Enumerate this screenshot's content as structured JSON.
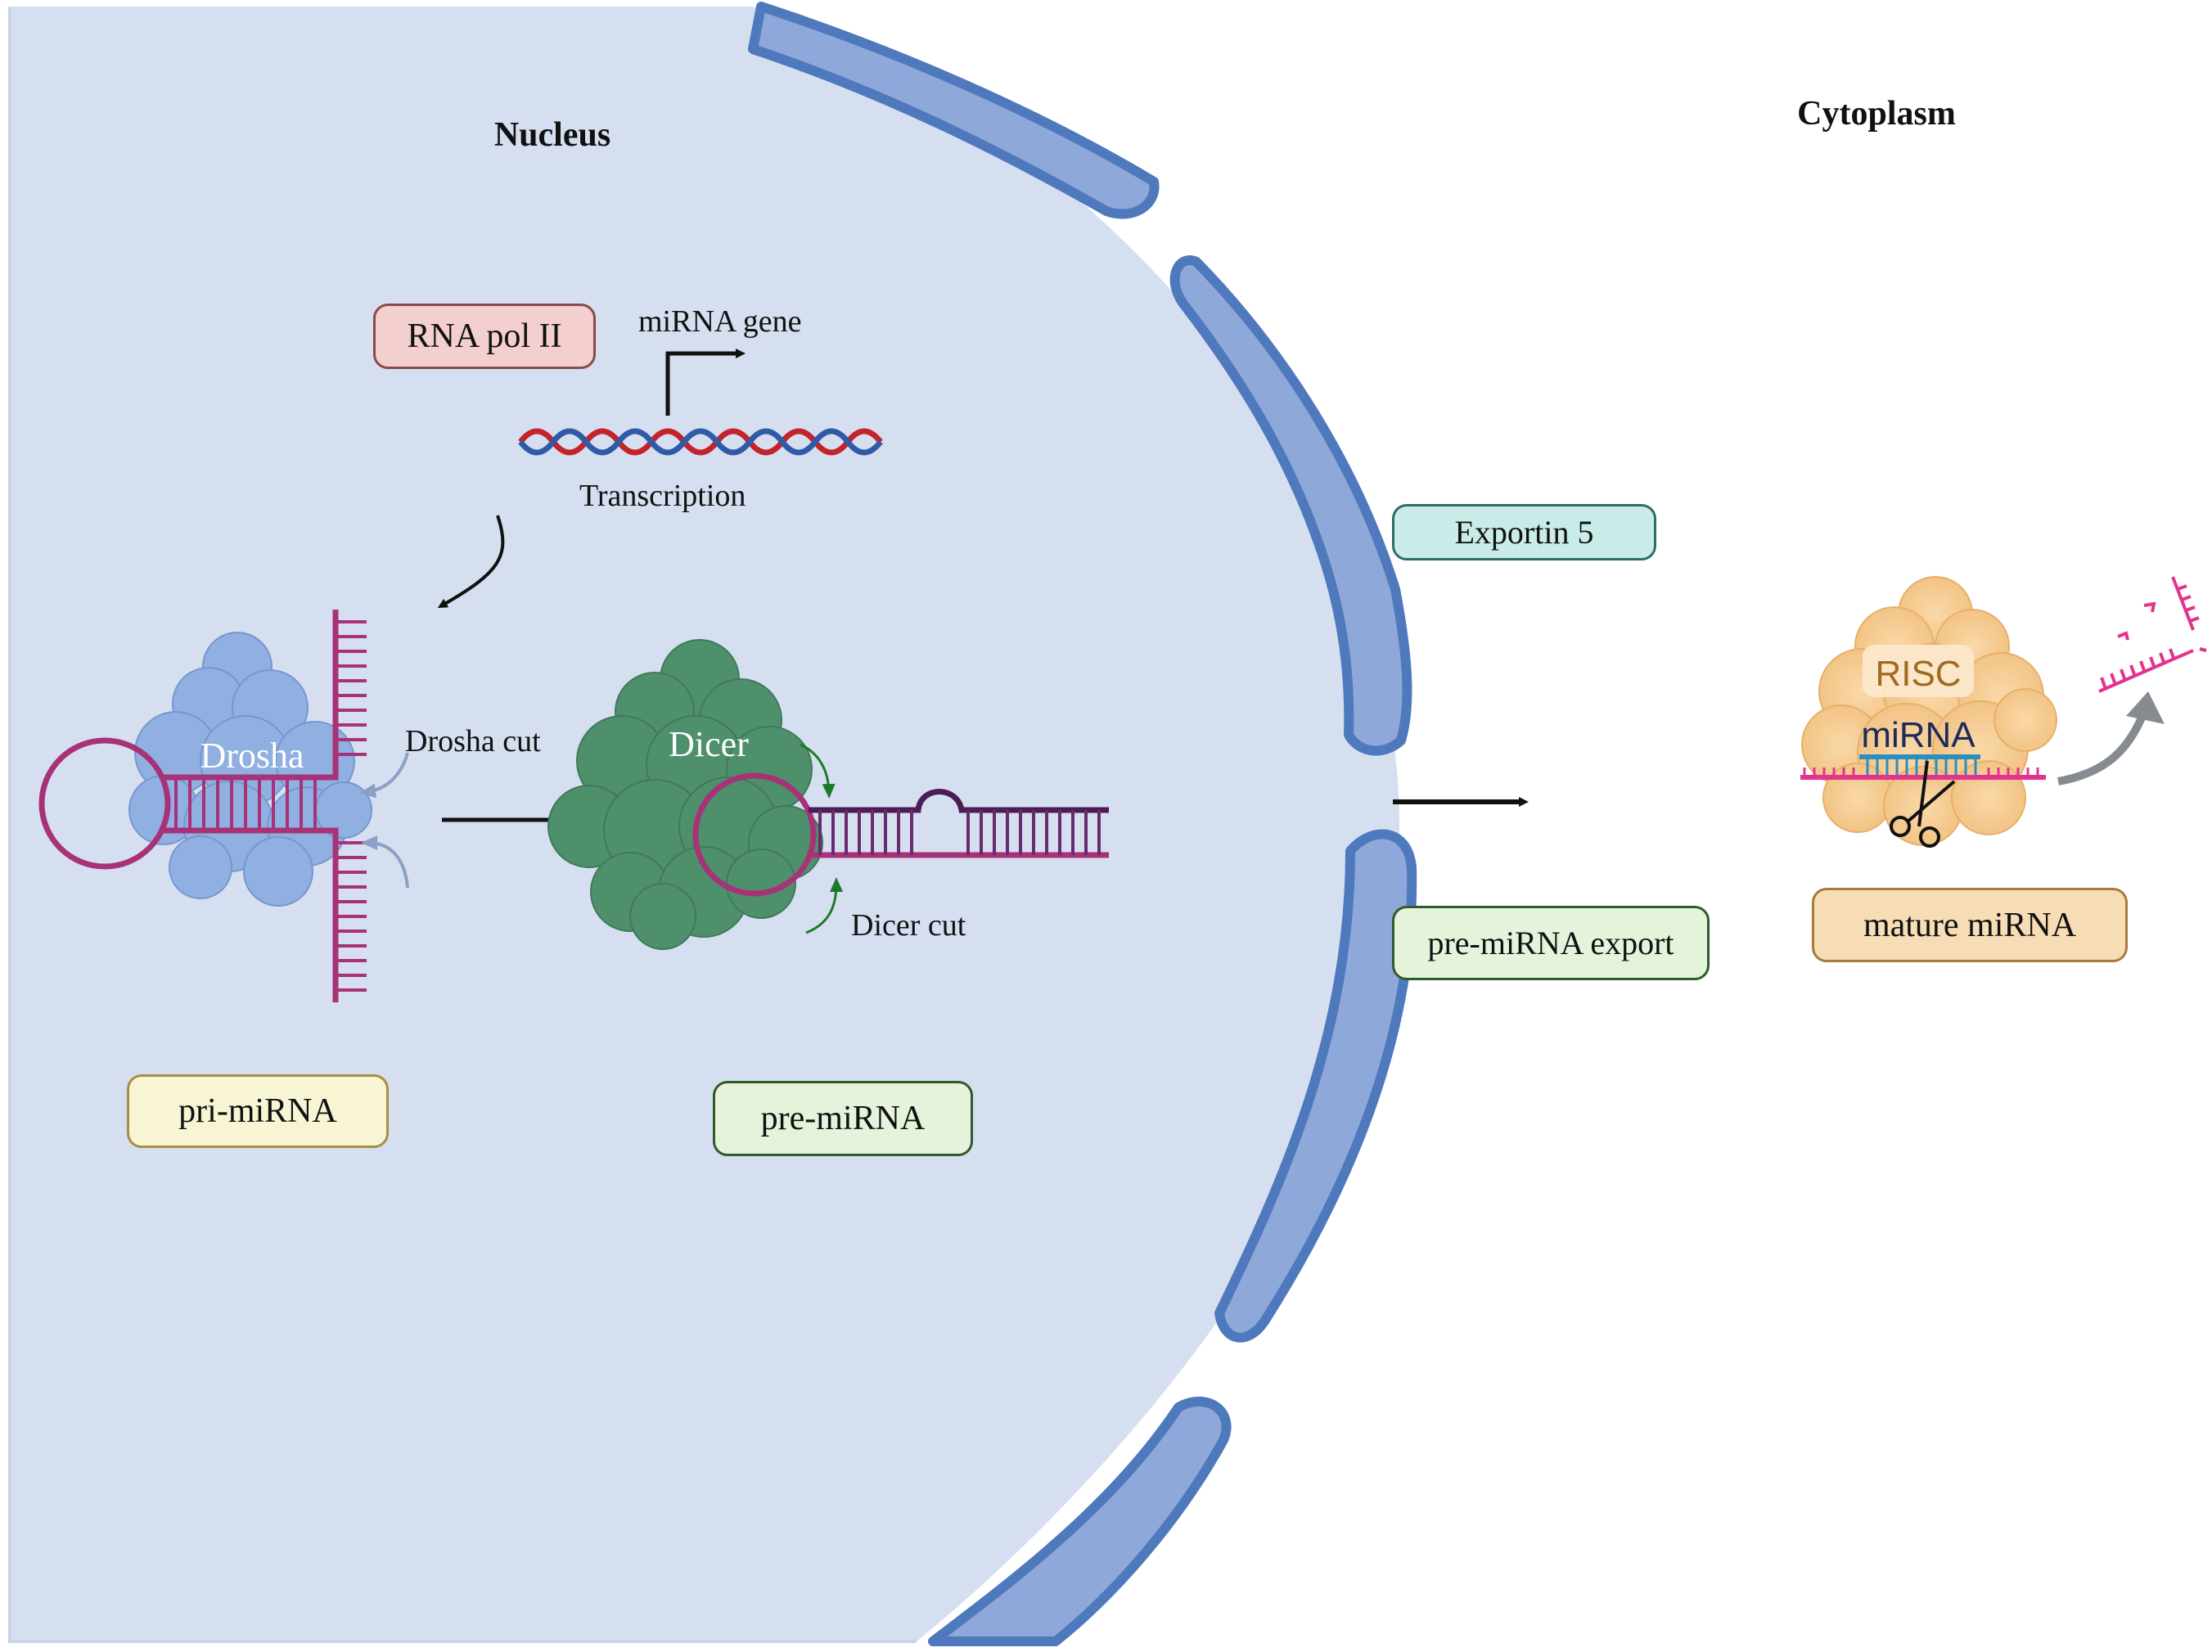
{
  "regions": {
    "nucleus": "Nucleus",
    "cytoplasm": "Cytoplasm"
  },
  "labels": {
    "mirna_gene": "miRNA gene",
    "transcription": "Transcription",
    "drosha_cut": "Drosha cut",
    "dicer_cut": "Dicer cut"
  },
  "proteins": {
    "drosha": "Drosha",
    "dicer": "Dicer",
    "risc": "RISC",
    "mirna": "miRNA"
  },
  "boxes": {
    "rna_pol": "RNA pol II",
    "pri_mirna": "pri-miRNA",
    "pre_mirna": "pre-miRNA",
    "exportin": "Exportin 5",
    "export": "pre-miRNA export",
    "mature": "mature miRNA"
  },
  "colors": {
    "nucleus_fill": "#d5dff0",
    "membrane": "#5b83c4",
    "rna": "#a83278",
    "dicer_green": "#4e8f6c",
    "drosha_blue": "#8fb0e0",
    "risc_orange": "#f6c98f",
    "mirna_pink": "#e2338f",
    "mirna_blue": "#2a8fbf",
    "dna_red": "#c4232b",
    "dna_blue": "#2f5aa8"
  }
}
